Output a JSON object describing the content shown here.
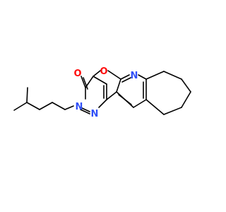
{
  "molecule": {
    "colors": {
      "bond": "#000000",
      "O": "#ff0d0d",
      "N": "#3050f8"
    },
    "atom_labels": {
      "carbonyl_oxygen": "O",
      "furan_oxygen": "O",
      "n3": "N",
      "n1": "N",
      "pyridine_n": "N"
    }
  }
}
